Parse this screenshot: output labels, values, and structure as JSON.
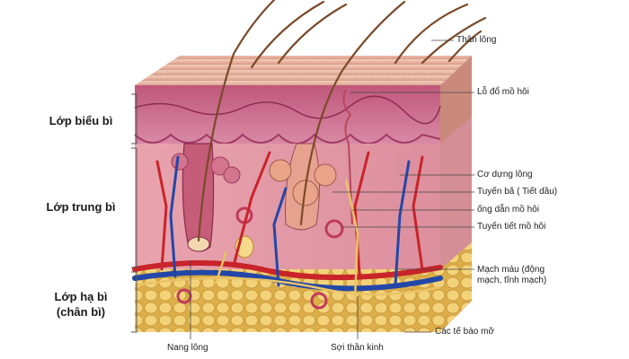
{
  "layers": {
    "epidermis": "Lớp biểu bì",
    "dermis": "Lớp trung bì",
    "hypodermis_line1": "Lớp hạ bì",
    "hypodermis_line2": "(chân bì)"
  },
  "callouts": {
    "hair_shaft": "Thân lông",
    "sweat_pore": "Lỗ đổ mồ hôi",
    "arrector_pili": "Cơ dựng lông",
    "sebaceous_gland": "Tuyến bã ( Tiết dầu)",
    "sweat_duct": "ống dẫn mồ hôi",
    "sweat_gland": "Tuyến tiết mồ hôi",
    "blood_vessels_line1": "Mạch máu (động",
    "blood_vessels_line2": "mạch, tĩnh mạch)",
    "fat_cells": "Các tế bào mỡ",
    "hair_follicle": "Nang lông",
    "nerve_fiber": "Sợi thần kinh"
  },
  "colors": {
    "epidermis_top": "#e9b9a5",
    "epidermis_pink": "#c96a8c",
    "dermis": "#e7a5b0",
    "fat": "#e8c45c",
    "artery": "#c8242a",
    "vein": "#2347a8",
    "nerve": "#f1d27a",
    "hair": "#7a4a2a"
  }
}
